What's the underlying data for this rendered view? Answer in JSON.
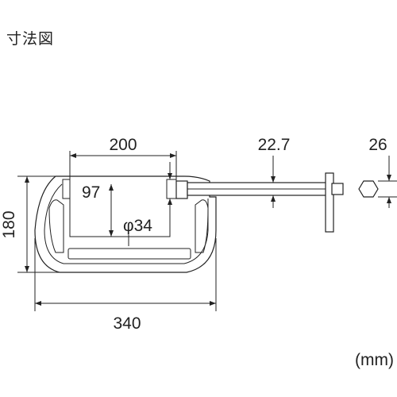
{
  "title": "寸法図",
  "unit_label": "(mm)",
  "dimensions": {
    "width_overall": "340",
    "height_overall": "180",
    "opening": "200",
    "throat_depth": "97",
    "screw_diameter": "φ34",
    "screw_pitch": "22.7",
    "hex_size": "26"
  }
}
